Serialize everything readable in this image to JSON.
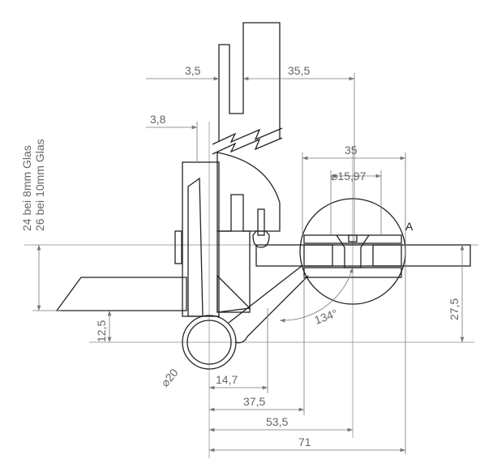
{
  "drawing": {
    "dimensions": {
      "d_3_5": "3,5",
      "d_35_5": "35,5",
      "d_3_8": "3,8",
      "d_35": "35",
      "d_dia_15_97": "⌀15,97",
      "d_27_5": "27,5",
      "d_12_5": "12,5",
      "d_angle": "134°",
      "d_dia_20": "⌀20",
      "d_14_7": "14,7",
      "d_37_5": "37,5",
      "d_53_5": "53,5",
      "d_71": "71"
    },
    "notes": {
      "glass_8mm": "24 bei 8mm Glas",
      "glass_10mm": "26 bei 10mm Glas"
    },
    "detail_label": "A"
  }
}
